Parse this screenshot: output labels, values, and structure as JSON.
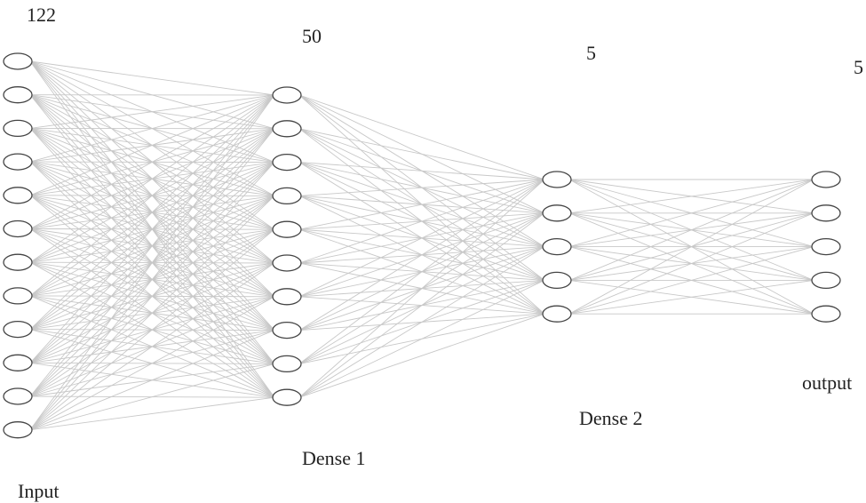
{
  "layers": [
    {
      "id": "input",
      "name": "Input",
      "count": "122",
      "visible_nodes": 12
    },
    {
      "id": "dense1",
      "name": "Dense 1",
      "count": "50",
      "visible_nodes": 10
    },
    {
      "id": "dense2",
      "name": "Dense 2",
      "count": "5",
      "visible_nodes": 5
    },
    {
      "id": "output",
      "name": "output",
      "count": "5",
      "visible_nodes": 5
    }
  ],
  "colors": {
    "edge": "#c8c8c8",
    "node_stroke": "#444444",
    "node_fill": "#ffffff",
    "text": "#222222"
  }
}
